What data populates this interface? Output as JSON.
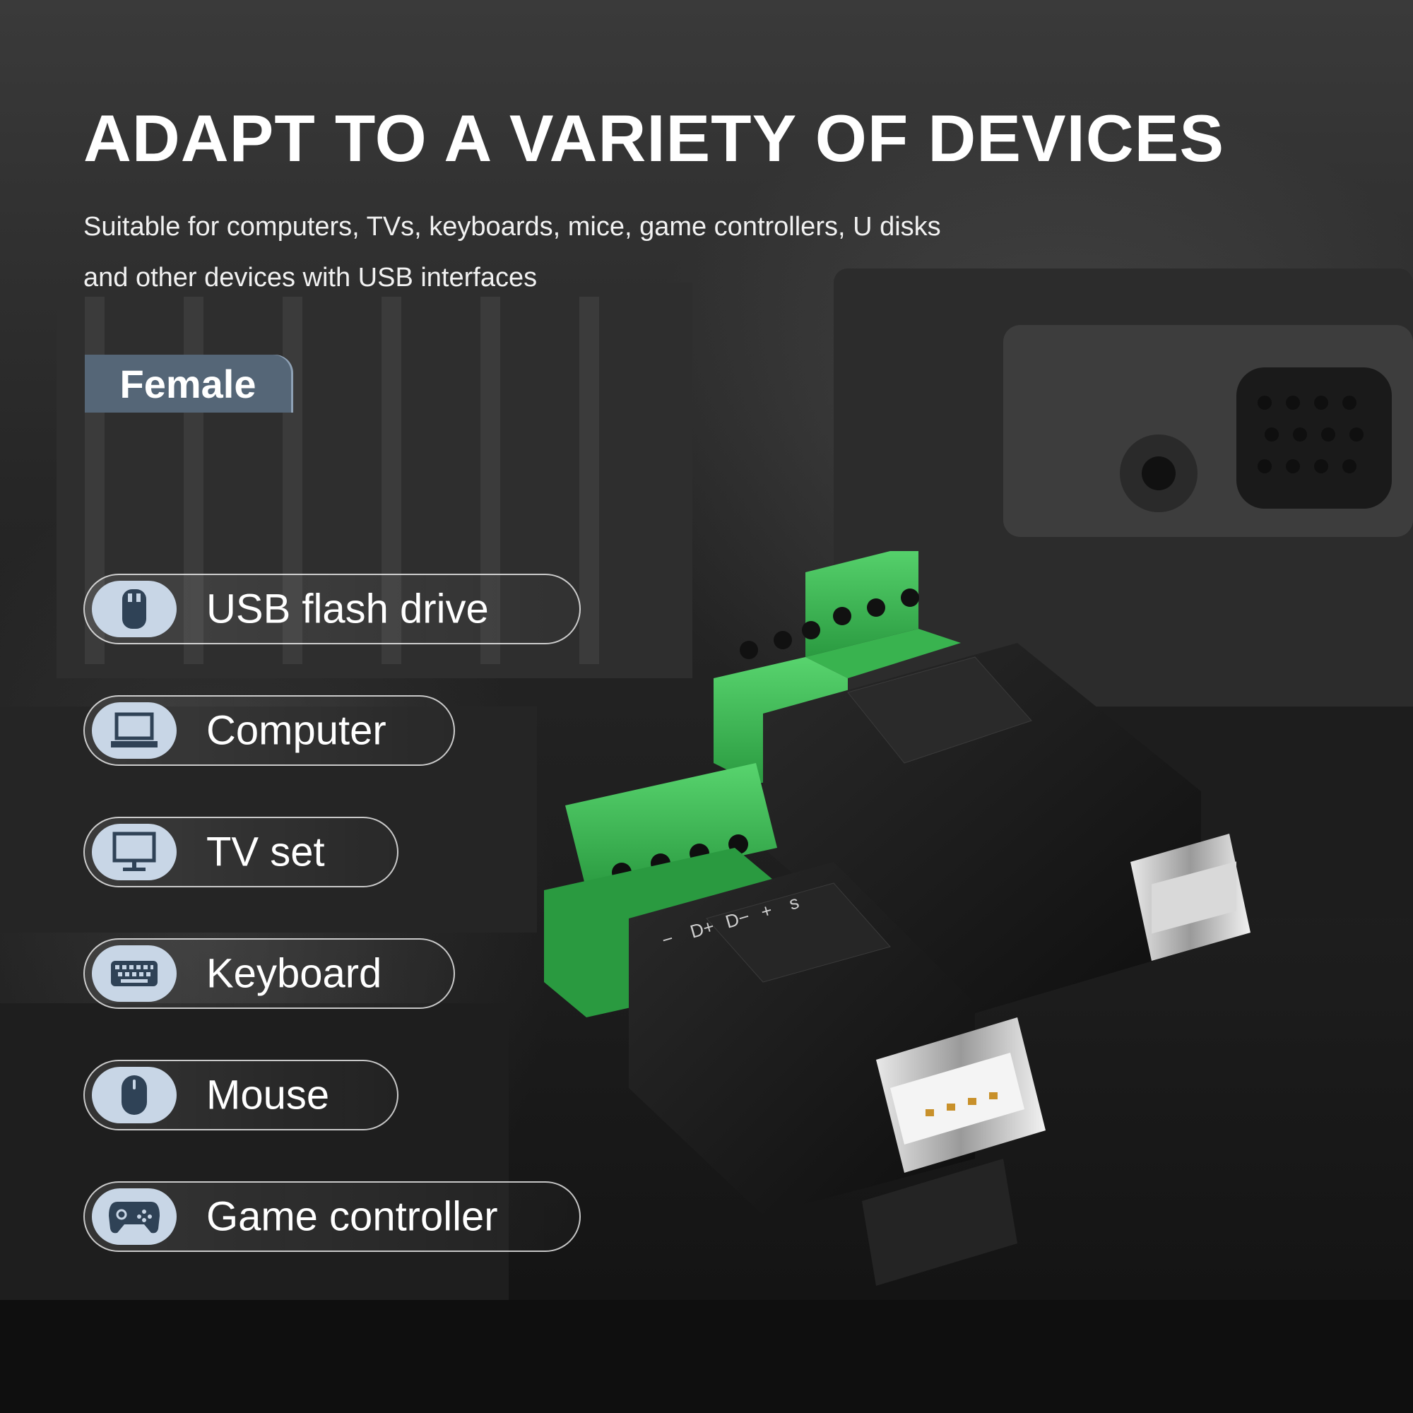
{
  "headline": "ADAPT TO A VARIETY OF DEVICES",
  "subtitle": {
    "line1": "Suitable for computers, TVs, keyboards, mice, game controllers, U disks",
    "line2": "and other devices with USB interfaces"
  },
  "tag": "Female",
  "devices": [
    {
      "label": "USB flash drive",
      "icon": "usb-flash-drive-icon"
    },
    {
      "label": "Computer",
      "icon": "laptop-icon"
    },
    {
      "label": "TV set",
      "icon": "monitor-icon"
    },
    {
      "label": "Keyboard",
      "icon": "keyboard-icon"
    },
    {
      "label": "Mouse",
      "icon": "mouse-icon"
    },
    {
      "label": "Game controller",
      "icon": "gamepad-icon"
    }
  ],
  "terminal_marks": {
    "pin1": "−",
    "pin2": "D+",
    "pin3": "D−",
    "pin4": "+",
    "pin5": "s"
  },
  "colors": {
    "tag_bg": "#556677",
    "icon_bg": "#c8d6e6",
    "icon_fg": "#2f4256",
    "terminal_green": "#3fbf5a",
    "adapter_body": "#1b1b1b"
  }
}
